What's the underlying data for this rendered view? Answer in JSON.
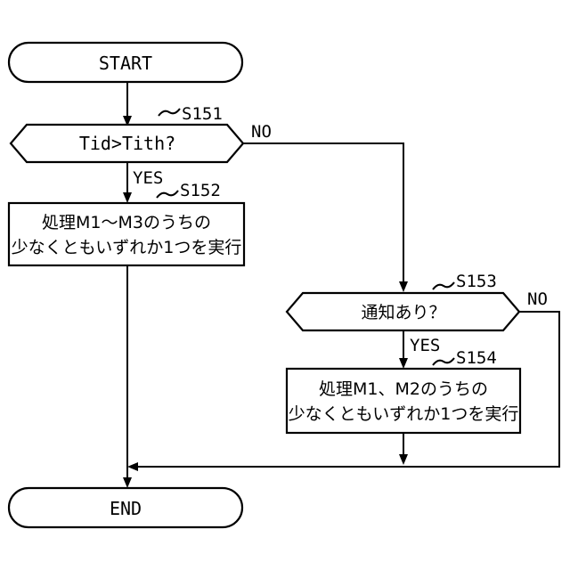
{
  "flowchart": {
    "start_label": "START",
    "end_label": "END",
    "decision_1": {
      "step": "S151",
      "text": "Tid>Tith?",
      "yes": "YES",
      "no": "NO"
    },
    "process_1": {
      "step": "S152",
      "line1": "処理M1～M3のうちの",
      "line2": "少なくともいずれか1つを実行"
    },
    "decision_2": {
      "step": "S153",
      "text": "通知あり？",
      "yes": "YES",
      "no": "NO"
    },
    "process_2": {
      "step": "S154",
      "line1": "処理M1、M2のうちの",
      "line2": "少なくともいずれか1つを実行"
    }
  }
}
